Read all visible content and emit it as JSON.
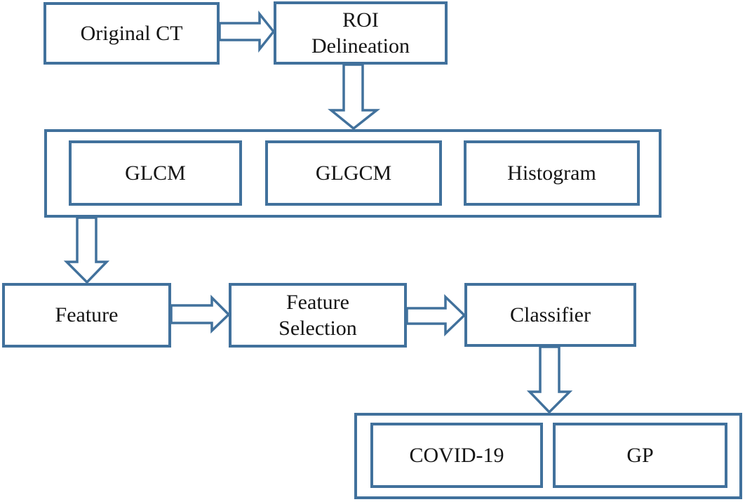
{
  "diagram": {
    "title": "CT radiomics classification pipeline flowchart",
    "line_color": "#41719C",
    "text_color": "#141414",
    "background_color": "#ffffff",
    "nodes": {
      "original_ct": {
        "label": "Original CT"
      },
      "roi": {
        "label": "ROI\nDelineation"
      },
      "glcm": {
        "label": "GLCM"
      },
      "glgcm": {
        "label": "GLGCM"
      },
      "histogram": {
        "label": "Histogram"
      },
      "feature": {
        "label": "Feature"
      },
      "feature_selection": {
        "label": "Feature\nSelection"
      },
      "classifier": {
        "label": "Classifier"
      },
      "covid19": {
        "label": "COVID-19"
      },
      "gp": {
        "label": "GP"
      }
    },
    "groups": {
      "feature_extraction": {
        "members": [
          "glcm",
          "glgcm",
          "histogram"
        ]
      },
      "output": {
        "members": [
          "covid19",
          "gp"
        ]
      }
    },
    "edges": [
      {
        "from": "original_ct",
        "to": "roi",
        "direction": "right"
      },
      {
        "from": "roi",
        "to": "feature_extraction",
        "direction": "down"
      },
      {
        "from": "feature_extraction",
        "to": "feature",
        "direction": "down"
      },
      {
        "from": "feature",
        "to": "feature_selection",
        "direction": "right"
      },
      {
        "from": "feature_selection",
        "to": "classifier",
        "direction": "right"
      },
      {
        "from": "classifier",
        "to": "output",
        "direction": "down"
      }
    ]
  }
}
